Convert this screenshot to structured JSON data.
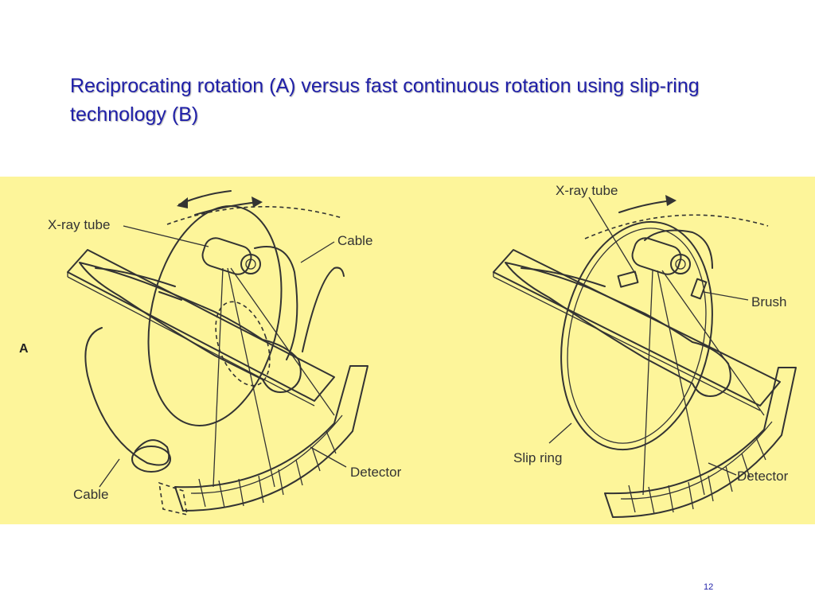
{
  "slide": {
    "title": "Reciprocating rotation (A) versus fast continuous rotation using slip-ring technology (B)",
    "page_number": "12",
    "panel_color": "#fdf59a",
    "title_color": "#1f1fa8"
  },
  "figure_a": {
    "panel_label": "A",
    "labels": {
      "xray_tube": "X-ray tube",
      "cable_top": "Cable",
      "cable_bottom": "Cable",
      "detector": "Detector"
    }
  },
  "figure_b": {
    "labels": {
      "xray_tube": "X-ray tube",
      "brush": "Brush",
      "slip_ring": "Slip ring",
      "detector": "Detector"
    }
  }
}
